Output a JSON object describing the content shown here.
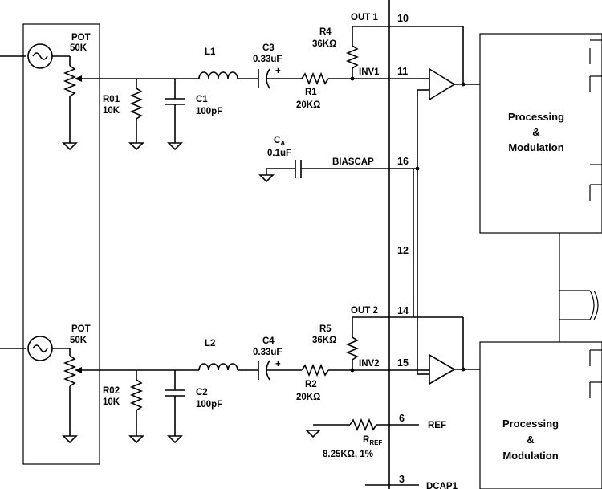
{
  "channel1": {
    "pot": "POT",
    "pot_value": "50K",
    "ro_name": "R01",
    "ro_value": "10K",
    "c_name": "C1",
    "c_value": "100pF",
    "l_name": "L1",
    "cin_name": "C3",
    "cin_value": "0.33uF",
    "cin_plus": "+",
    "rin_name": "R1",
    "rin_value": "20KΩ",
    "rf_name": "R4",
    "rf_value": "36KΩ",
    "out_net": "OUT 1",
    "out_pin": "10",
    "inv_net": "INV1",
    "inv_pin": "11"
  },
  "channel2": {
    "pot": "POT",
    "pot_value": "50K",
    "ro_name": "R02",
    "ro_value": "10K",
    "c_name": "C2",
    "c_value": "100pF",
    "l_name": "L2",
    "cin_name": "C4",
    "cin_value": "0.33uF",
    "cin_plus": "+",
    "rin_name": "R2",
    "rin_value": "20KΩ",
    "rf_name": "R5",
    "rf_value": "36KΩ",
    "out_net": "OUT 2",
    "out_pin": "14",
    "inv_net": "INV2",
    "inv_pin": "15"
  },
  "bias": {
    "cap_name": "C",
    "cap_sub": "A",
    "cap_value": "0.1uF",
    "net": "BIASCAP",
    "pin": "16"
  },
  "vpin": "12",
  "ref": {
    "pin": "6",
    "net": "REF",
    "res_name": "R",
    "res_sub": "REF",
    "res_value": "8.25KΩ, 1%"
  },
  "dcap": {
    "pin": "3",
    "net": "DCAP1"
  },
  "blocks": [
    {
      "line1": "Processing",
      "line2": "&",
      "line3": "Modulation"
    },
    {
      "line1": "Processing",
      "line2": "&",
      "line3": "Modulation"
    }
  ]
}
